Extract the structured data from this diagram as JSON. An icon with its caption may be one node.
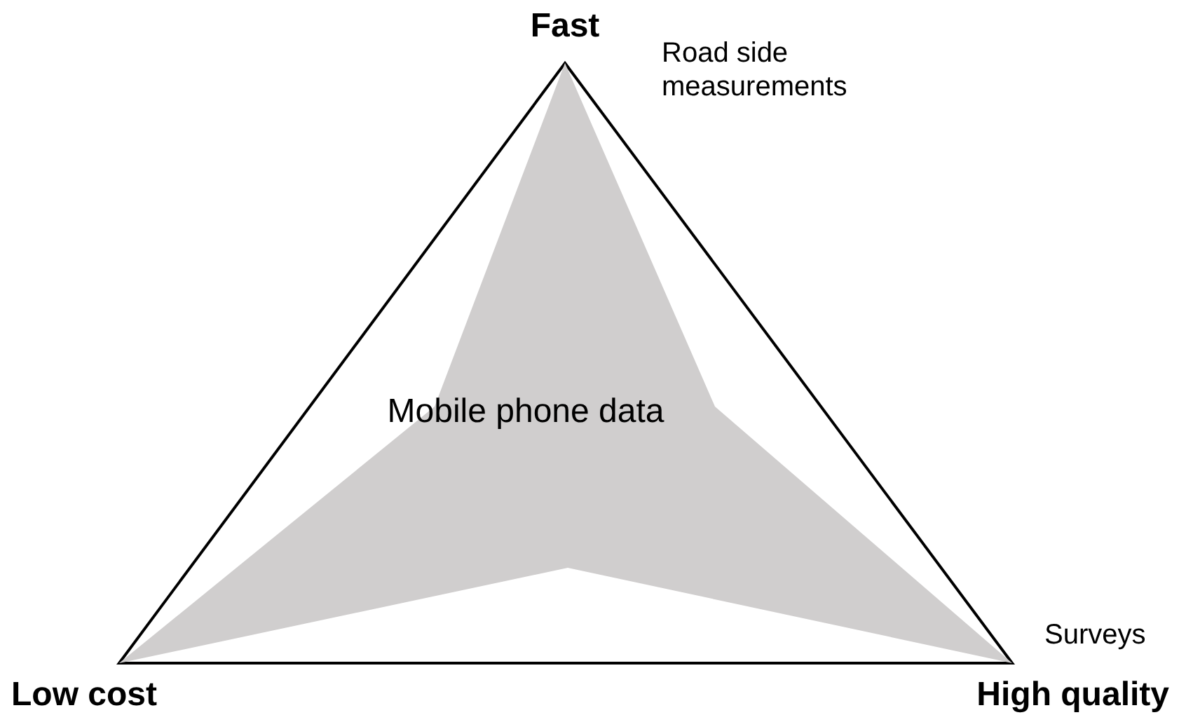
{
  "diagram": {
    "nodes": [
      {
        "text": [
          "Mobile phone data"
        ]
      }
    ],
    "labels": [
      "Fast",
      "Road side measurements",
      "Surveys",
      "Low cost",
      "High quality"
    ]
  }
}
